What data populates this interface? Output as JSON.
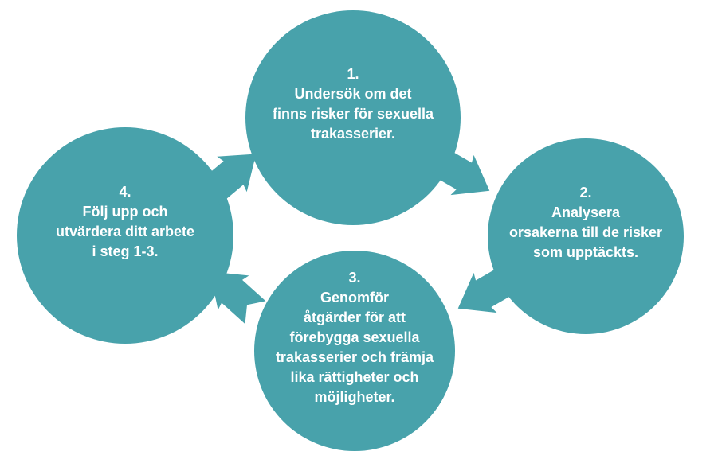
{
  "diagram": {
    "type": "cycle",
    "accent_color": "#48a2ab",
    "text_color": "#ffffff",
    "background_color": "#ffffff",
    "steps": [
      {
        "number": "1.",
        "label": "Undersök om det\nfinns risker för sexuella\ntrakasserier."
      },
      {
        "number": "2.",
        "label": "Analysera\norsakerna till de risker\nsom upptäckts."
      },
      {
        "number": "3.",
        "label": "Genomför\nåtgärder för att\nförebygga sexuella\ntrakasserier och främja\nlika rättigheter och\nmöjligheter."
      },
      {
        "number": "4.",
        "label": "Följ upp och\nutvärdera ditt arbete\ni steg 1-3."
      }
    ],
    "arrows": [
      {
        "from": "1",
        "to": "2"
      },
      {
        "from": "2",
        "to": "3"
      },
      {
        "from": "3",
        "to": "4"
      },
      {
        "from": "4",
        "to": "1"
      }
    ]
  }
}
